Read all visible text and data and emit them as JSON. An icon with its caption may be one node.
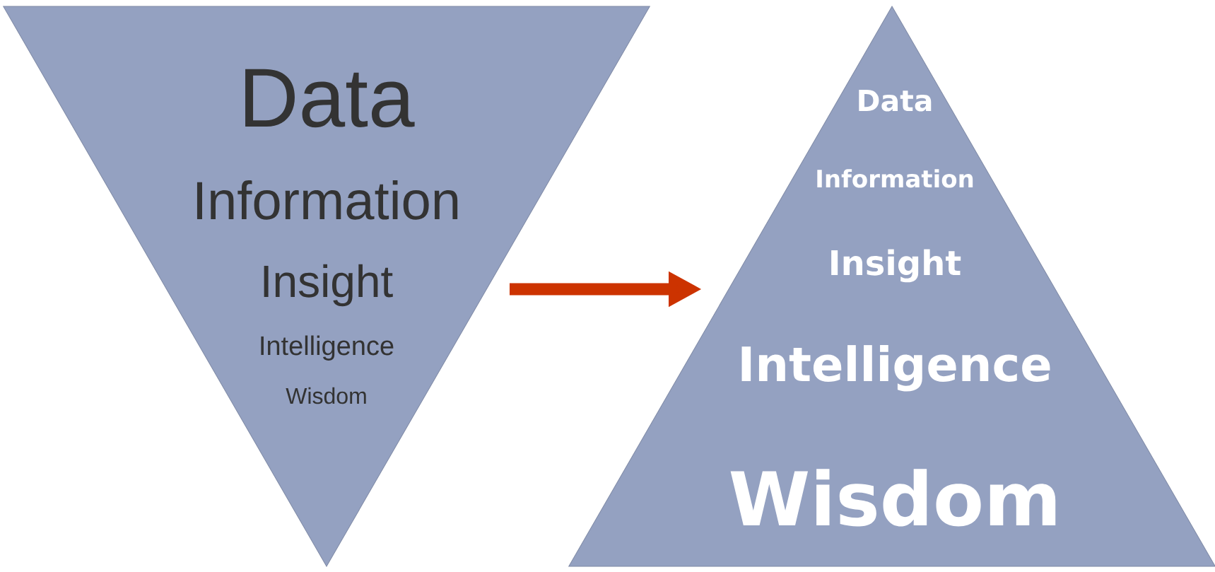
{
  "diagram": {
    "nodes": [
      {
        "text": [
          "Data",
          "Information",
          "Insight",
          "Intelligence",
          "Wisdom"
        ]
      },
      {
        "text": [
          "Data",
          "Information",
          "Insight",
          "Intelligence",
          "Wisdom"
        ]
      }
    ],
    "edges": [
      {
        "from": 0,
        "to": 1,
        "arrow": "to",
        "color": "#cc3300"
      }
    ]
  }
}
